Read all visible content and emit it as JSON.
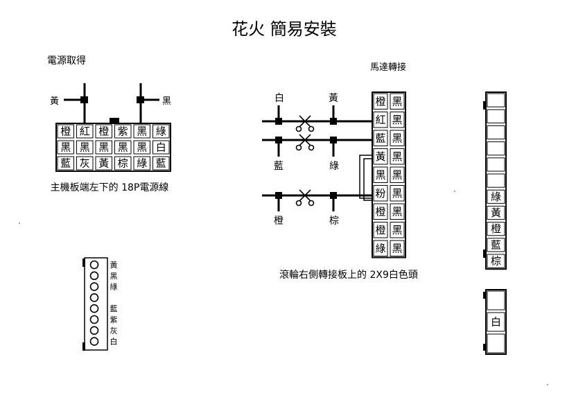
{
  "title": "花火  簡易安裝",
  "power": {
    "heading": "電源取得",
    "tap_left_label": "黃",
    "tap_right_label": "黑",
    "grid": [
      [
        "橙",
        "紅",
        "橙",
        "紫",
        "黑",
        "綠"
      ],
      [
        "黑",
        "黑",
        "黑",
        "黑",
        "黑",
        "白"
      ],
      [
        "藍",
        "灰",
        "黃",
        "棕",
        "綠",
        "藍"
      ]
    ],
    "caption": "主機板端左下的 18P電源線"
  },
  "motor": {
    "heading": "馬達轉接",
    "wire_labels": {
      "top_left": "白",
      "top_right": "黃",
      "mid_left": "藍",
      "mid_right": "綠",
      "bot_left": "橙",
      "bot_right": "棕"
    },
    "grid": [
      [
        "橙",
        "黑"
      ],
      [
        "紅",
        "黑"
      ],
      [
        "藍",
        "黑"
      ],
      [
        "黃",
        "黑"
      ],
      [
        "黑",
        "黑"
      ],
      [
        "粉",
        "黑"
      ],
      [
        "橙",
        "黑"
      ],
      [
        "橙",
        "黑"
      ],
      [
        "綠",
        "黑"
      ]
    ],
    "caption": "滾輪右側轉接板上的 2X9白色頭"
  },
  "connector_left": {
    "pin_labels": [
      "黃",
      "黑",
      "綠",
      "",
      "藍",
      "紫",
      "灰",
      "白"
    ]
  },
  "strip_right": {
    "labels": [
      "",
      "",
      "",
      "",
      "",
      "",
      "綠",
      "黃",
      "橙",
      "藍",
      "棕"
    ]
  },
  "strip_right_small": {
    "labels": [
      "",
      "白",
      ""
    ]
  }
}
